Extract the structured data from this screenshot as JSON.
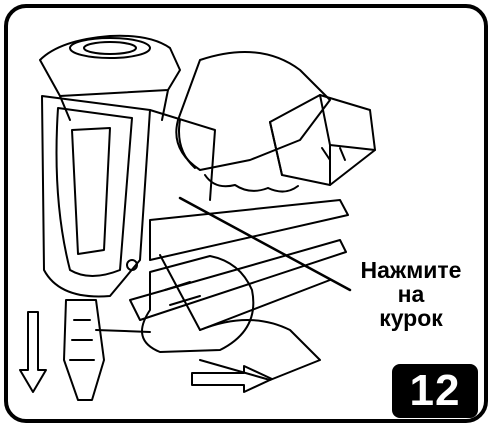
{
  "instruction": {
    "line1": "Нажмите",
    "line2": "на",
    "line3": "курок"
  },
  "step_number": "12",
  "icons": [
    "nailer-illustration",
    "arrow-down-icon",
    "arrow-right-icon"
  ],
  "colors": {
    "ink": "#000000",
    "paper": "#ffffff"
  }
}
